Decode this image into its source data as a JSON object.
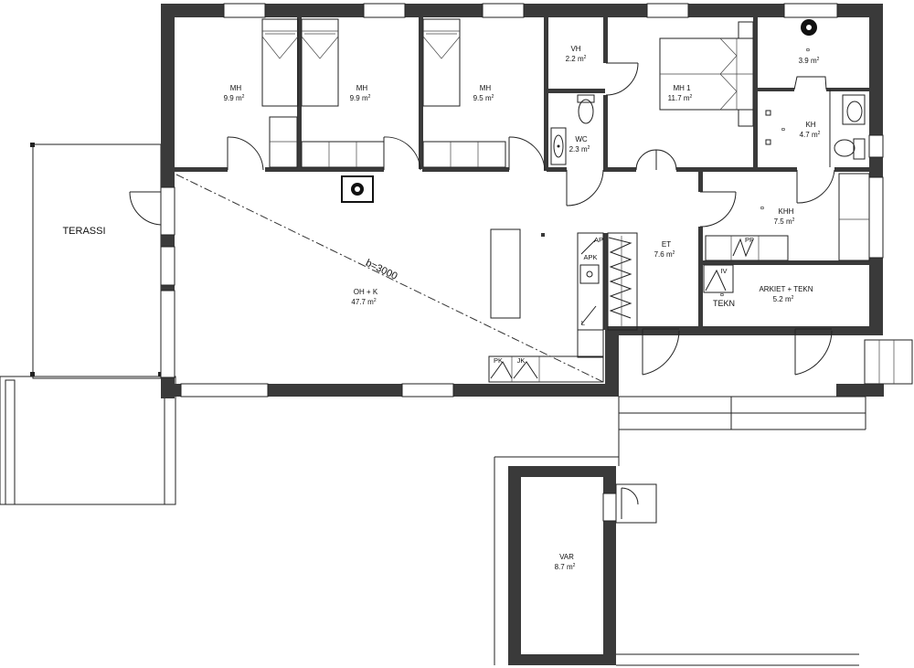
{
  "rooms": [
    {
      "id": "mh-a",
      "name": "MH",
      "area": "9.9 m",
      "unit": "2"
    },
    {
      "id": "mh-b",
      "name": "MH",
      "area": "9.9 m",
      "unit": "2"
    },
    {
      "id": "mh-c",
      "name": "MH",
      "area": "9.5 m",
      "unit": "2"
    },
    {
      "id": "vh",
      "name": "VH",
      "area": "2.2 m",
      "unit": "2"
    },
    {
      "id": "mh1",
      "name": "MH 1",
      "area": "11.7 m",
      "unit": "2"
    },
    {
      "id": "sauna",
      "name": "",
      "area": "3.9 m",
      "unit": "2"
    },
    {
      "id": "wc",
      "name": "WC",
      "area": "2.3 m",
      "unit": "2"
    },
    {
      "id": "kh",
      "name": "KH",
      "area": "4.7 m",
      "unit": "2"
    },
    {
      "id": "khh",
      "name": "KHH",
      "area": "7.5 m",
      "unit": "2"
    },
    {
      "id": "et",
      "name": "ET",
      "area": "7.6 m",
      "unit": "2"
    },
    {
      "id": "ohk",
      "name": "OH + K",
      "area": "47.7 m",
      "unit": "2"
    },
    {
      "id": "arkiet",
      "name": "ARKIET + TEKN",
      "area": "5.2 m",
      "unit": "2"
    },
    {
      "id": "var",
      "name": "VAR",
      "area": "8.7 m",
      "unit": "2"
    }
  ],
  "terrace_label": "TERASSI",
  "dimension_label": "b=3000",
  "fixture_tags": {
    "ap": "AP",
    "apk": "APK",
    "l": "L",
    "pk": "PK",
    "jk": "JK",
    "pp": "PP",
    "iv": "IV",
    "tekn": "TEKN"
  },
  "colors": {
    "wall": "#3a3a3a",
    "line": "#222222",
    "background": "#ffffff"
  }
}
